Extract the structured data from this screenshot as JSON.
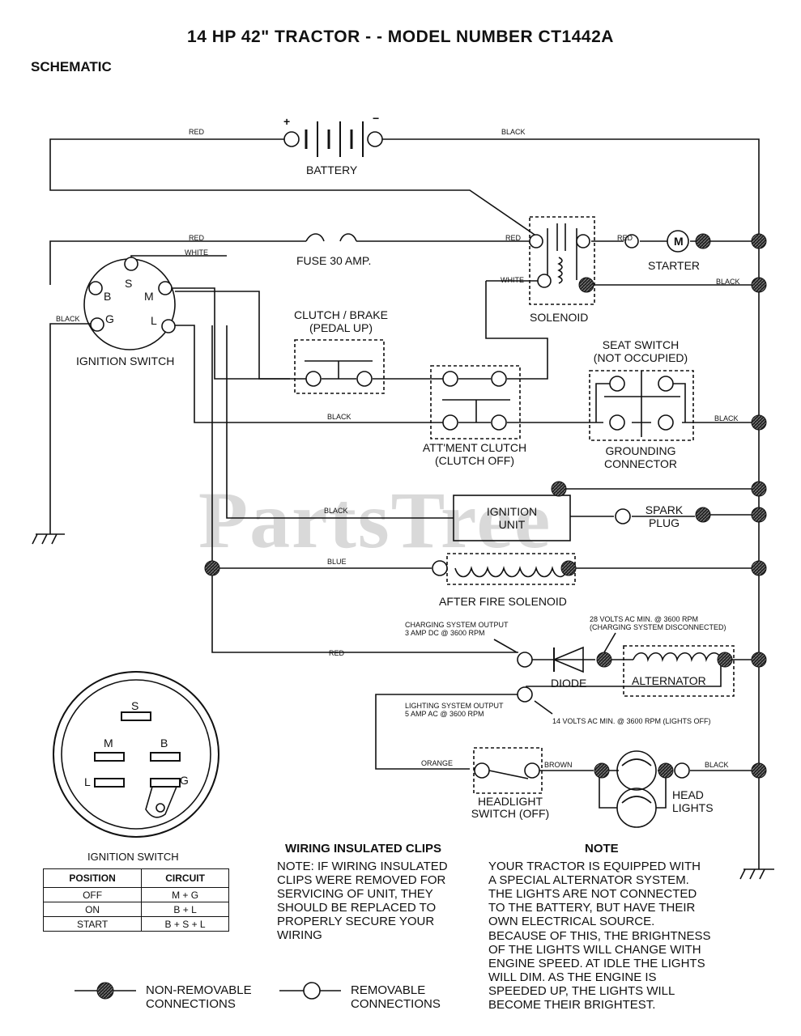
{
  "title": "14 HP 42\" TRACTOR - - MODEL NUMBER CT1442A",
  "subtitle": "SCHEMATIC",
  "watermark": "PartsTree",
  "components": {
    "battery": "BATTERY",
    "battery_pos": "+",
    "battery_neg": "−",
    "fuse": "FUSE 30 AMP.",
    "starter": "STARTER",
    "starter_m": "M",
    "solenoid": "SOLENOID",
    "ignition_switch": "IGNITION SWITCH",
    "clutch_brake": [
      "CLUTCH / BRAKE",
      "(PEDAL UP)"
    ],
    "seat_switch": [
      "SEAT SWITCH",
      "(NOT OCCUPIED)"
    ],
    "attment_clutch": [
      "ATT'MENT CLUTCH",
      "(CLUTCH OFF)"
    ],
    "grounding_connector": [
      "GROUNDING",
      "CONNECTOR"
    ],
    "ignition_unit": [
      "IGNITION",
      "UNIT"
    ],
    "spark_plug": [
      "SPARK",
      "PLUG"
    ],
    "after_fire_solenoid": "AFTER FIRE SOLENOID",
    "diode": "DIODE",
    "alternator": "ALTERNATOR",
    "headlight_switch": [
      "HEADLIGHT",
      "SWITCH (OFF)"
    ],
    "head_lights": [
      "HEAD",
      "LIGHTS"
    ]
  },
  "terminals": {
    "s": "S",
    "b": "B",
    "m": "M",
    "g": "G",
    "l": "L"
  },
  "wires": {
    "red": "RED",
    "black": "BLACK",
    "white": "WHITE",
    "blue": "BLUE",
    "orange": "ORANGE",
    "brown": "BROWN"
  },
  "annotations": {
    "charging_output": [
      "CHARGING SYSTEM OUTPUT",
      "3 AMP DC @ 3600 RPM"
    ],
    "volts_28": [
      "28 VOLTS AC MIN. @ 3600 RPM",
      "(CHARGING SYSTEM DISCONNECTED)"
    ],
    "lighting_output": [
      "LIGHTING SYSTEM OUTPUT",
      "5 AMP AC @ 3600 RPM"
    ],
    "volts_14": "14 VOLTS AC MIN. @ 3600 RPM (LIGHTS OFF)"
  },
  "ignition_table": {
    "caption": "IGNITION SWITCH",
    "headers": [
      "POSITION",
      "CIRCUIT"
    ],
    "rows": [
      [
        "OFF",
        "M + G"
      ],
      [
        "ON",
        "B + L"
      ],
      [
        "START",
        "B + S + L"
      ]
    ]
  },
  "clips_note": {
    "heading": "WIRING INSULATED CLIPS",
    "lines": [
      "NOTE: IF WIRING INSULATED",
      "CLIPS WERE REMOVED FOR",
      "SERVICING OF UNIT, THEY",
      "SHOULD BE REPLACED TO",
      "PROPERLY SECURE YOUR",
      "WIRING"
    ]
  },
  "note": {
    "heading": "NOTE",
    "lines": [
      "YOUR TRACTOR IS EQUIPPED WITH",
      "A SPECIAL ALTERNATOR SYSTEM.",
      "THE LIGHTS ARE NOT CONNECTED",
      "TO  THE BATTERY, BUT HAVE THEIR",
      "OWN ELECTRICAL SOURCE.",
      "BECAUSE OF THIS, THE BRIGHTNESS",
      "OF THE LIGHTS WILL CHANGE WITH",
      "ENGINE SPEED.  AT IDLE THE LIGHTS",
      "WILL DIM.  AS THE ENGINE IS",
      "SPEEDED UP, THE LIGHTS WILL",
      "BECOME THEIR BRIGHTEST."
    ]
  },
  "legend": {
    "non_removable": [
      "NON-REMOVABLE",
      "CONNECTIONS"
    ],
    "removable": [
      "REMOVABLE",
      "CONNECTIONS"
    ]
  }
}
